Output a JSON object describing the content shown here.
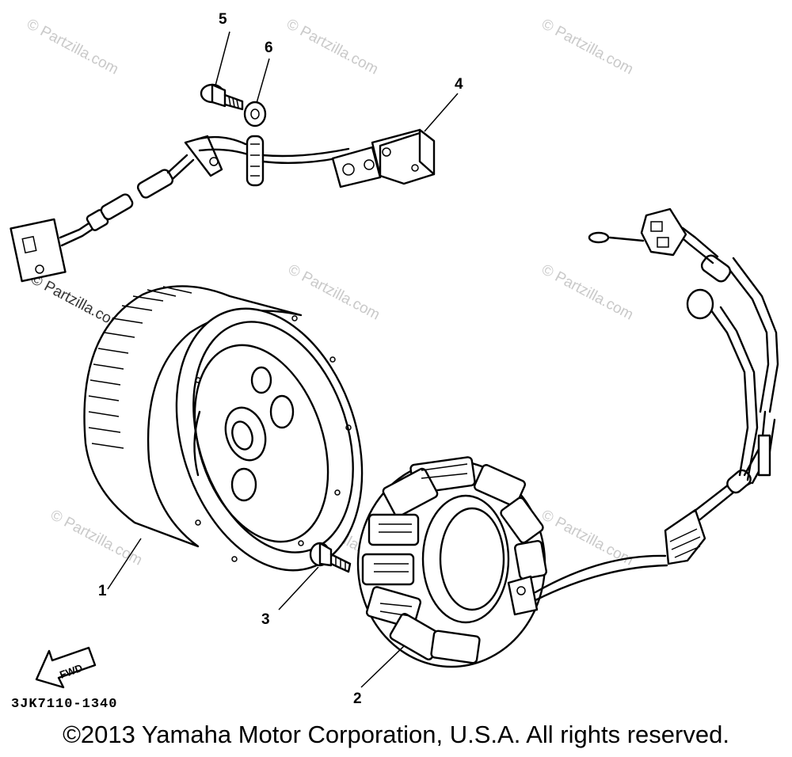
{
  "watermark": "© Partzilla.com",
  "callouts": {
    "c1": "1",
    "c2": "2",
    "c3": "3",
    "c4": "4",
    "c5": "5",
    "c6": "6"
  },
  "fwd_label": "FWD",
  "drawing_code": "3JK7110-1340",
  "copyright": "©2013 Yamaha Motor Corporation, U.S.A. All rights reserved."
}
